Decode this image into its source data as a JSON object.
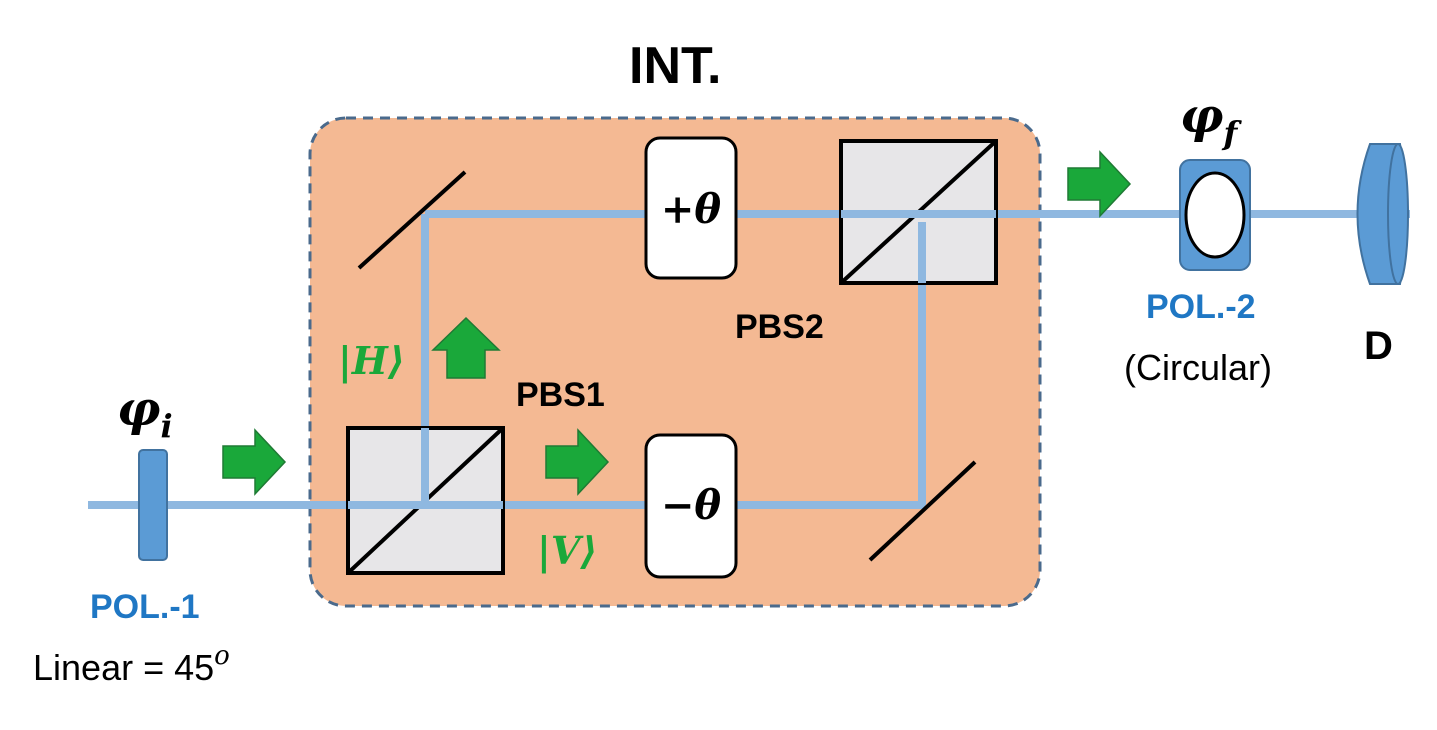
{
  "diagram": {
    "interferometer_title": "INT.",
    "pbs1_label": "PBS1",
    "pbs2_label": "PBS2",
    "phase_plus_label": "+θ",
    "phase_minus_label": "−θ",
    "ket_h_label": "|H⟩",
    "ket_v_label": "|V⟩",
    "phi_i_symbol": "φ",
    "phi_i_subscript": "i",
    "phi_f_symbol": "φ",
    "phi_f_subscript": "f",
    "pol1_label": "POL.-1",
    "pol1_setting_prefix": "Linear = 45",
    "pol1_setting_superscript": "o",
    "pol2_label": "POL.-2",
    "pol2_setting": "(Circular)",
    "detector_label": "D"
  },
  "colors": {
    "box_fill": "#f4b993",
    "box_border": "#4a6a8c",
    "beam": "#8fb8e0",
    "component_blue": "#5b9bd5",
    "arrow_green": "#1aa83a",
    "label_blue": "#1f77c4",
    "cube_fill": "#e7e6e8"
  }
}
